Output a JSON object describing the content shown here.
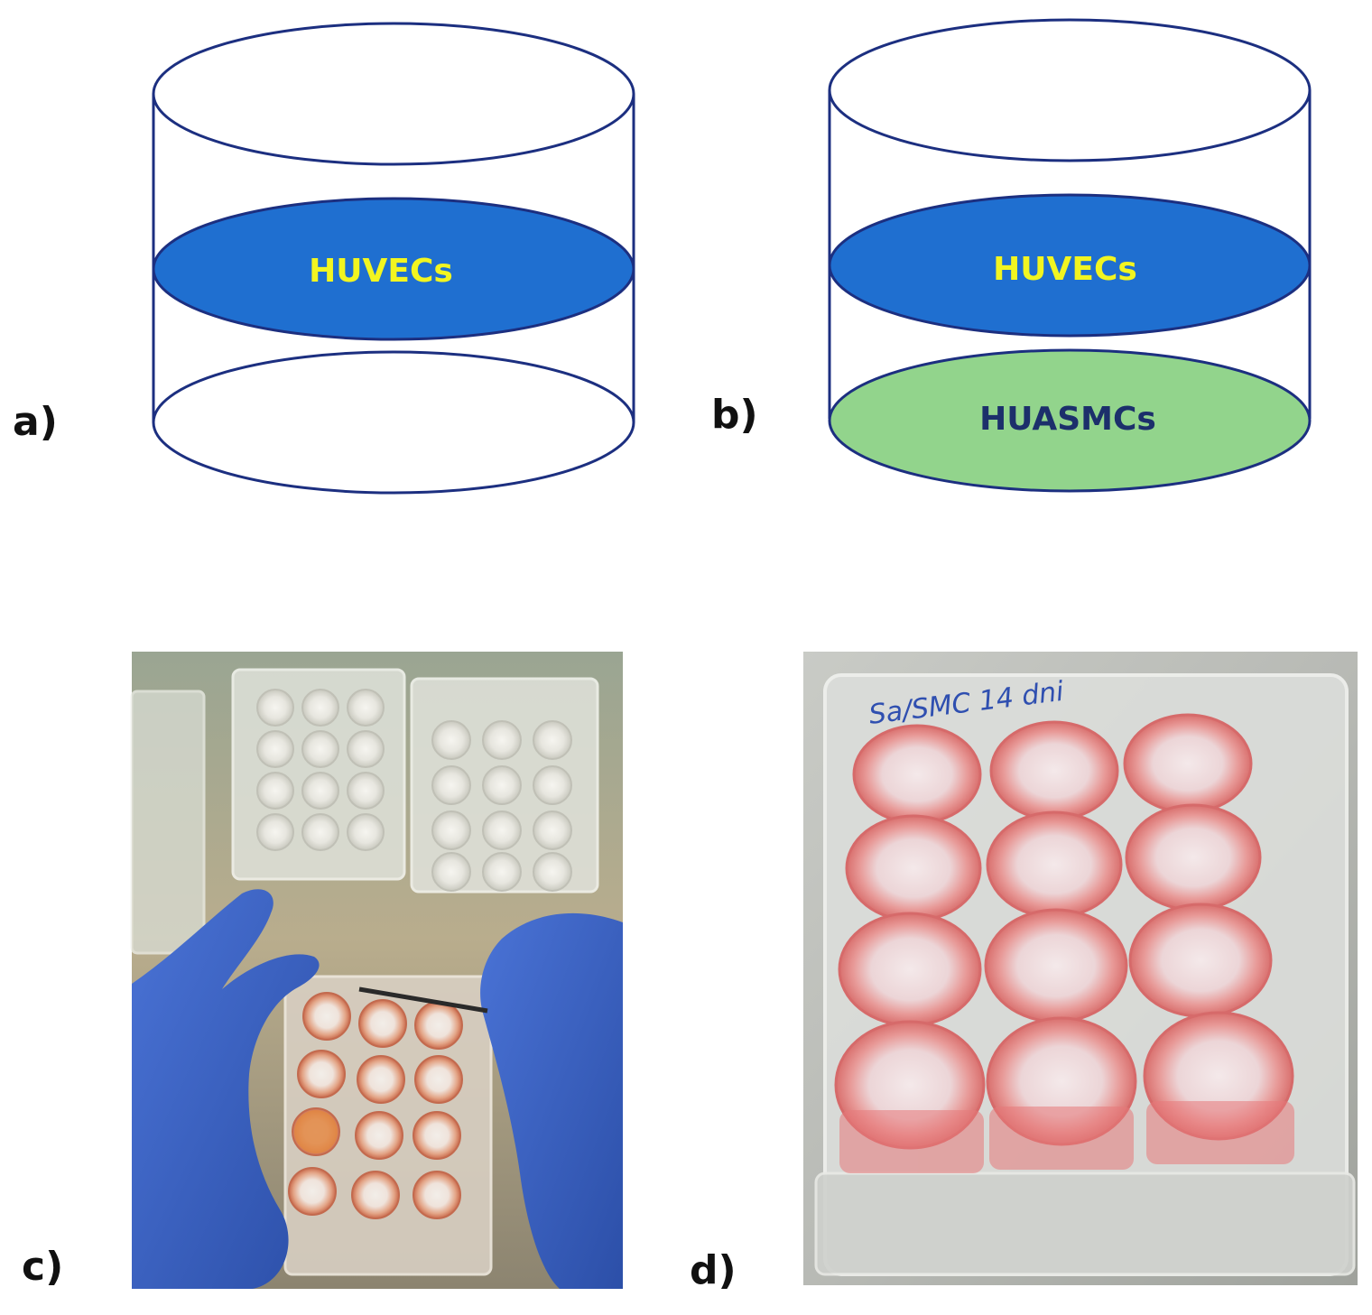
{
  "colors": {
    "outline": "#1c2f80",
    "huvec_fill": "#1f6fd0",
    "huvec_text": "#f2f520",
    "huasmc_fill": "#92d48c",
    "huasmc_text": "#1c2f6b"
  },
  "panels": {
    "a": {
      "label": "a)",
      "layer_label": "HUVECs"
    },
    "b": {
      "label": "b)",
      "layer_top_label": "HUVECs",
      "layer_bottom_label": "HUASMCs"
    },
    "c": {
      "label": "c)"
    },
    "d": {
      "label": "d)",
      "plate_handwriting": "Sa/SMC 14 dni"
    }
  }
}
